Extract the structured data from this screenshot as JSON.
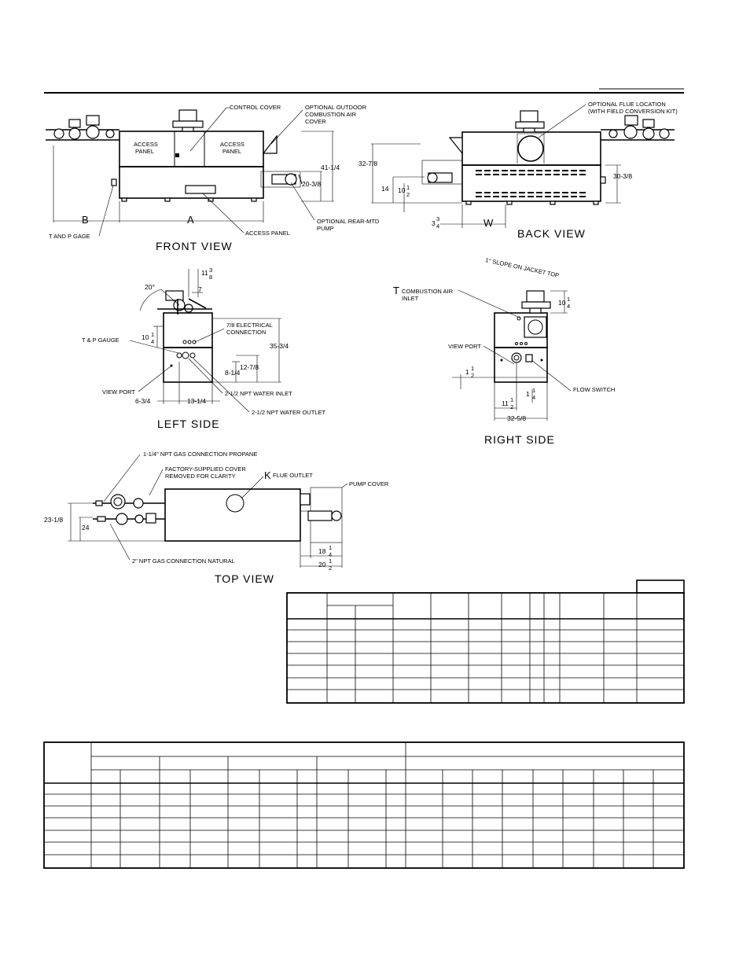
{
  "labels": {
    "control_cover": "CONTROL COVER",
    "opt_outdoor_1": "OPTIONAL OUTDOOR",
    "opt_outdoor_2": "COMBUSTION AIR",
    "opt_outdoor_3": "COVER",
    "access_panel_1": "ACCESS",
    "access_panel_2": "PANEL",
    "access_panel_bottom": "ACCESS PANEL",
    "opt_pump_1": "OPTIONAL REAR-MTD",
    "opt_pump_2": "PUMP",
    "t_and_p_gage": "T AND P GAGE",
    "opt_flue_1": "OPTIONAL FLUE LOCATION",
    "opt_flue_2": "(WITH FIELD CONVERSION KIT)",
    "electrical_1": "7/8 ELECTRICAL",
    "electrical_2": "CONNECTION",
    "tp_gauge": "T & P GAUGE",
    "view_port": "VIEW PORT",
    "water_inlet": "2-1/2 NPT WATER INLET",
    "water_outlet": "2-1/2 NPT WATER OUTLET",
    "slope": "1° SLOPE ON JACKET TOP",
    "combustion_air_1": "COMBUSTION AIR",
    "combustion_air_2": "INLET",
    "flow_switch": "FLOW SWITCH",
    "gas_propane": "1-1/4\" NPT GAS CONNECTION PROPANE",
    "factory_cover_1": "FACTORY-SUPPLIED COVER",
    "factory_cover_2": "REMOVED FOR CLARITY",
    "flue_outlet": "FLUE OUTLET",
    "pump_cover": "PUMP COVER",
    "gas_natural": "2\" NPT GAS CONNECTION NATURAL"
  },
  "letters": {
    "a": "A",
    "b": "B",
    "w": "W",
    "t": "T",
    "k": "K"
  },
  "titles": {
    "front": "FRONT VIEW",
    "back": "BACK VIEW",
    "left": "LEFT SIDE",
    "right": "RIGHT SIDE",
    "top": "TOP VIEW"
  },
  "dims": {
    "d41_1_4": "41-1/4",
    "d20_3_8": "20-3/8",
    "d32_7_8": "32-7/8",
    "d14": "14",
    "d10_half_whole": "10",
    "d30_3_8": "30-3/8",
    "d3_whole": "3",
    "d11_whole": "11",
    "d20_deg": "20°",
    "d7": "7",
    "d10_quarter_whole": "10",
    "d35_3_4": "35-3/4",
    "d12_7_8": "12-7/8",
    "d8_1_4": "8-1/4",
    "d6_3_4": "6-3/4",
    "d13_1_4": "13-1/4",
    "d1_whole": "1",
    "d32_5_8": "32-5/8",
    "d23_1_8": "23-1/8",
    "d24": "24",
    "d18_whole": "18",
    "d20_whole": "20",
    "frac_half_n": "1",
    "frac_half_d": "2",
    "frac_quarter_n": "1",
    "frac_quarter_d": "4",
    "frac_3_4_n": "3",
    "frac_3_4_d": "4",
    "frac_3_8_n": "3",
    "frac_3_8_d": "8"
  }
}
